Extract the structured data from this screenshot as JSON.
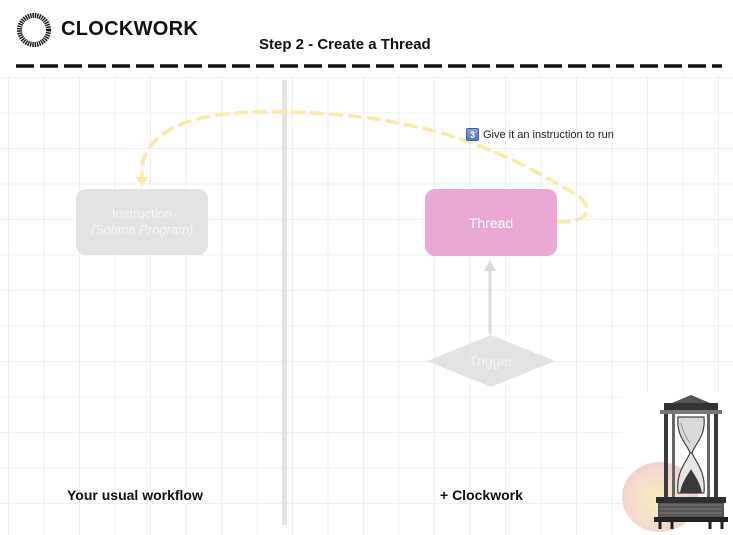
{
  "brand": {
    "name": "CLOCKWORK",
    "logo_icon": "clockwork-ring-logo"
  },
  "page": {
    "title": "Step 2 - Create a Thread"
  },
  "diagram": {
    "nodes": {
      "instruction": {
        "label": "Instruction",
        "sublabel": "(Solana Program)"
      },
      "thread": {
        "label": "Thread"
      },
      "trigger": {
        "label": "Trigger"
      }
    },
    "annotation": {
      "badge": "3",
      "text": "Give it an instruction to run"
    },
    "sections": {
      "left": "Your usual workflow",
      "right": "+ Clockwork"
    },
    "colors": {
      "thread": "#eaa9d2",
      "inactive_node": "#e3e3e3",
      "instruction_arrow": "#f9eaa8",
      "trigger_arrow": "#dcdcdc",
      "divider": "#e4e4e4"
    }
  },
  "illustration": {
    "icon": "hourglass-engraving-icon"
  }
}
